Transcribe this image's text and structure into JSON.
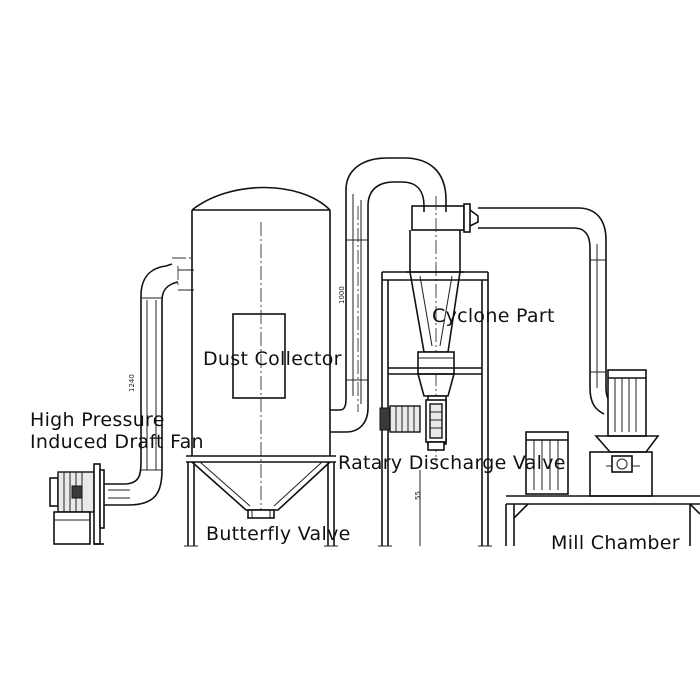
{
  "labels": {
    "fan_line1": "High Pressure",
    "fan_line2": "Induced Draft Fan",
    "dust_collector": "Dust Collector",
    "cyclone": "Cyclone Part",
    "rotary_valve": "Ratary Discharge Valve",
    "butterfly_valve": "Butterfly Valve",
    "mill_chamber": "Mill Chamber"
  },
  "dimensions": {
    "left_pipe": "1240",
    "cyclone_pipe": "1000",
    "support_leg": "55"
  }
}
